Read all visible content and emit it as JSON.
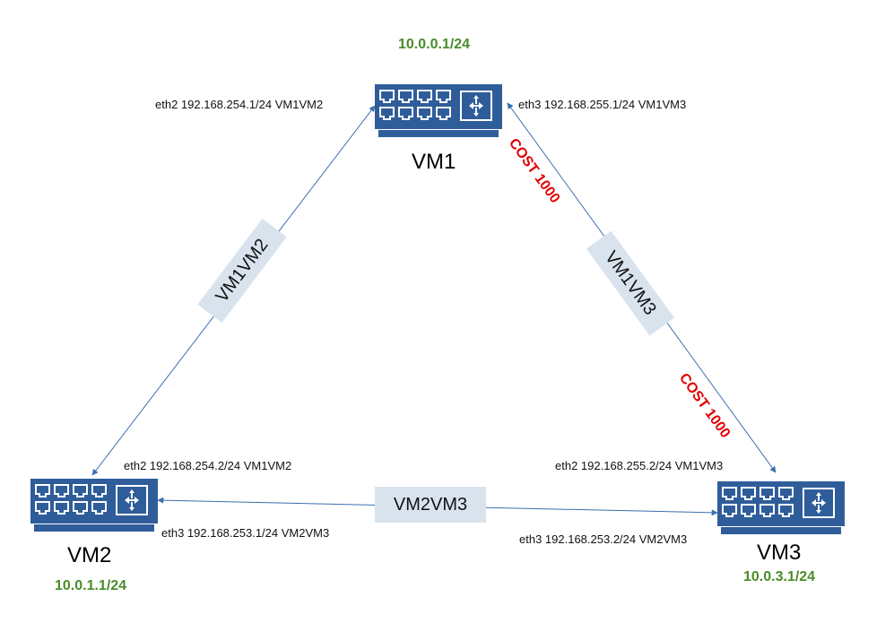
{
  "colors": {
    "router_fill": "#2f5d9a",
    "router_line": "#ffffff",
    "link_line": "#3a6fb0",
    "label_box": "#d9e3ee",
    "subnet_text": "#4a8c2a",
    "cost_text": "#e00000"
  },
  "vm1": {
    "name": "VM1",
    "subnet": "10.0.0.1/24",
    "if_vm1vm2": "eth2 192.168.254.1/24 VM1VM2",
    "if_vm1vm3": "eth3 192.168.255.1/24 VM1VM3",
    "icon": "router-switch-icon"
  },
  "vm2": {
    "name": "VM2",
    "subnet": "10.0.1.1/24",
    "if_vm1vm2": "eth2 192.168.254.2/24 VM1VM2",
    "if_vm2vm3": "eth3 192.168.253.1/24 VM2VM3",
    "icon": "router-switch-icon"
  },
  "vm3": {
    "name": "VM3",
    "subnet": "10.0.3.1/24",
    "if_vm1vm3": "eth2 192.168.255.2/24 VM1VM3",
    "if_vm2vm3": "eth3 192.168.253.2/24 VM2VM3",
    "icon": "router-switch-icon"
  },
  "links": {
    "vm1vm2": "VM1VM2",
    "vm1vm3": "VM1VM3",
    "vm2vm3": "VM2VM3"
  },
  "costs": {
    "vm1vm3_top": "COST 1000",
    "vm1vm3_bottom": "COST 1000"
  }
}
